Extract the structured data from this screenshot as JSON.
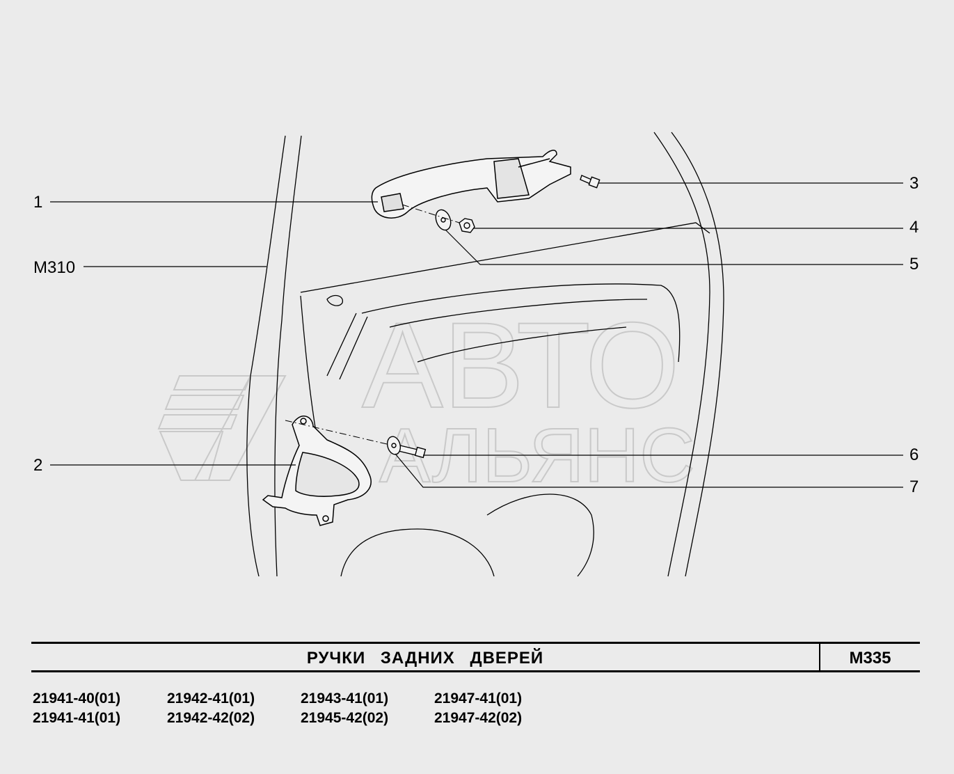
{
  "callouts": {
    "c1": "1",
    "c2": "2",
    "c3": "3",
    "c4": "4",
    "c5": "5",
    "c6": "6",
    "c7": "7",
    "ref": "M310"
  },
  "watermark": {
    "line1": "АВТО",
    "line2": "АЛЬЯНС"
  },
  "title": {
    "text": "РУЧКИ   ЗАДНИХ   ДВЕРЕЙ",
    "code": "M335"
  },
  "models": [
    [
      "21941-40(01)",
      "21941-41(01)"
    ],
    [
      "21942-41(01)",
      "21942-42(02)"
    ],
    [
      "21943-41(01)",
      "21945-42(02)"
    ],
    [
      "21947-41(01)",
      "21947-42(02)"
    ]
  ]
}
